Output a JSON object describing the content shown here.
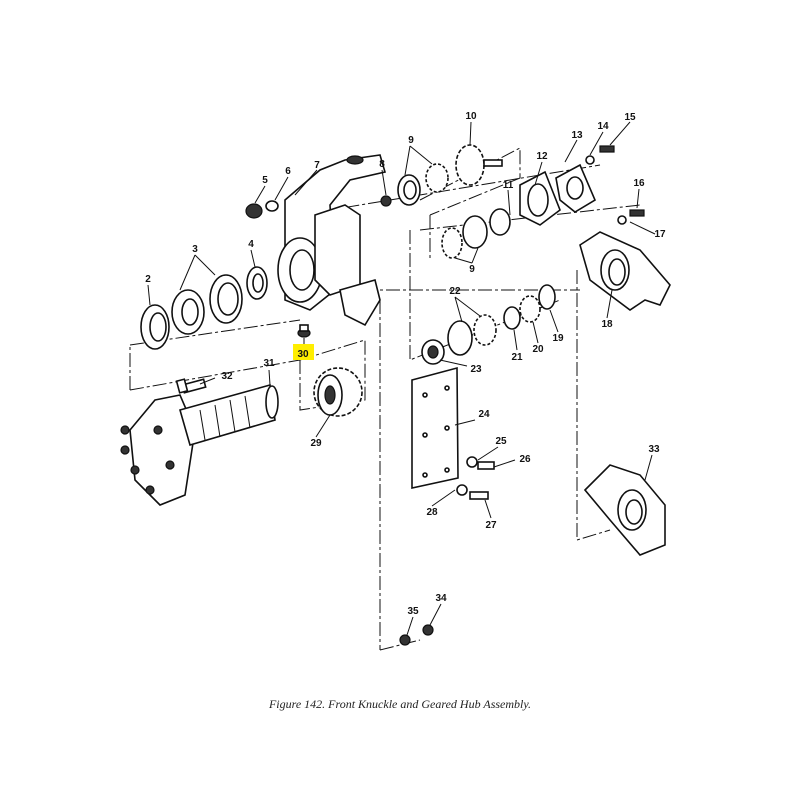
{
  "figure": {
    "caption": "Figure 142.  Front Knuckle and Geared Hub Assembly.",
    "highlight_color": "#ffee00",
    "highlighted_callout": "30"
  },
  "callouts": {
    "c2": "2",
    "c3": "3",
    "c4": "4",
    "c5": "5",
    "c6": "6",
    "c7": "7",
    "c8": "8",
    "c9a": "9",
    "c9b": "9",
    "c10": "10",
    "c11": "11",
    "c12": "12",
    "c13": "13",
    "c14": "14",
    "c15": "15",
    "c16": "16",
    "c17": "17",
    "c18": "18",
    "c19": "19",
    "c20": "20",
    "c21": "21",
    "c22": "22",
    "c23": "23",
    "c24": "24",
    "c25": "25",
    "c26": "26",
    "c27": "27",
    "c28": "28",
    "c29": "29",
    "c30": "30",
    "c31": "31",
    "c32": "32",
    "c33": "33",
    "c34": "34",
    "c35": "35"
  }
}
